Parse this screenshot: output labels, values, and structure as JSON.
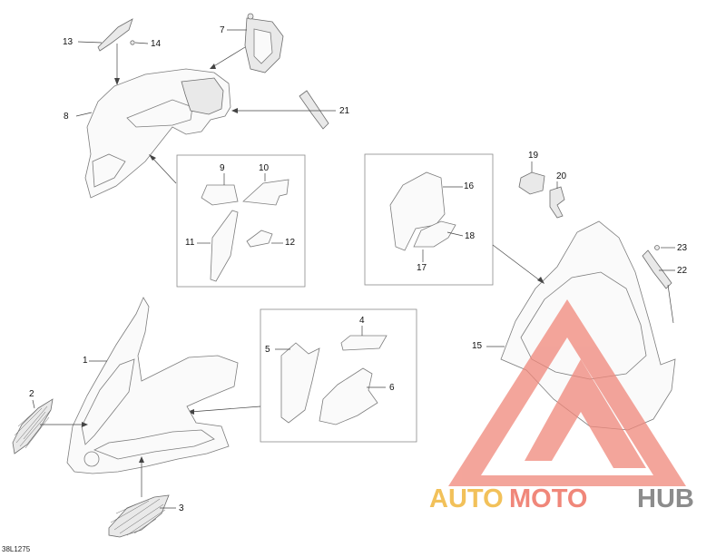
{
  "callouts": [
    {
      "id": "c1",
      "label": "1"
    },
    {
      "id": "c2",
      "label": "2"
    },
    {
      "id": "c3",
      "label": "3"
    },
    {
      "id": "c4",
      "label": "4"
    },
    {
      "id": "c5",
      "label": "5"
    },
    {
      "id": "c6",
      "label": "6"
    },
    {
      "id": "c7",
      "label": "7"
    },
    {
      "id": "c8",
      "label": "8"
    },
    {
      "id": "c9",
      "label": "9"
    },
    {
      "id": "c10",
      "label": "10"
    },
    {
      "id": "c11",
      "label": "11"
    },
    {
      "id": "c12",
      "label": "12"
    },
    {
      "id": "c13",
      "label": "13"
    },
    {
      "id": "c14",
      "label": "14"
    },
    {
      "id": "c15",
      "label": "15"
    },
    {
      "id": "c16",
      "label": "16"
    },
    {
      "id": "c17",
      "label": "17"
    },
    {
      "id": "c18",
      "label": "18"
    },
    {
      "id": "c19",
      "label": "19"
    },
    {
      "id": "c20",
      "label": "20"
    },
    {
      "id": "c21",
      "label": "21"
    },
    {
      "id": "c22",
      "label": "22"
    },
    {
      "id": "c23",
      "label": "23"
    }
  ],
  "reference": "38L1275",
  "watermark": {
    "part1": "AUTO",
    "part2": "MOTO",
    "part3": "HUB",
    "color_auto": "#f2c15a",
    "color_moto": "#f0877a",
    "color_hub": "#8c8c8c",
    "triangle_color": "#f0877a"
  }
}
